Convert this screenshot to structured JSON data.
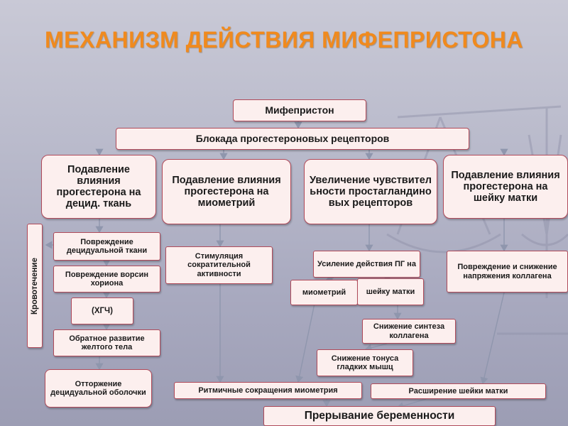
{
  "title": "МЕХАНИЗМ ДЕЙСТВИЯ МИФЕПРИСТОНА",
  "colors": {
    "title": "#f08a1e",
    "box_fill": "#fcefee",
    "box_border": "#b04a5a",
    "connector": "#8f96ad"
  },
  "nodes": {
    "mifepristone": "Мифепристон",
    "blockade": "Блокада прогестероновых рецепторов",
    "branch1": "Подавление влияния прогестерона на децид. ткань",
    "branch2": "Подавление влияния прогестерона на миометрий",
    "branch3": "Увеличение чувствительности простагландиновых рецепторов",
    "branch4": "Подавление влияния прогестерона на шейку матки",
    "decidual_damage": "Повреждение децидуальной ткани",
    "chorion_damage": "Повреждение ворсин хориона",
    "hcg": "(ХГЧ)",
    "corpus_luteum": "Обратное развитие желтого тела",
    "decidual_rejection": "Отторжение децидуальной оболочки",
    "bleeding": "Кровотечение",
    "contractile_stimulation": "Стимуляция сократительной активности",
    "pg_enhancement": "Усиление действия ПГ на",
    "myometrium": "миометрий",
    "cervix": "шейку матки",
    "collagen_synthesis_decrease": "Снижение синтеза коллагена",
    "smooth_muscle_tone_decrease": "Снижение тонуса гладких мышц",
    "collagen_damage": "Повреждение и снижение напряжения коллагена",
    "rhythmic_contractions": "Ритмичные сокращения миометрия",
    "cervix_dilation": "Расширение шейки матки",
    "pregnancy_termination": "Прерывание беременности"
  }
}
